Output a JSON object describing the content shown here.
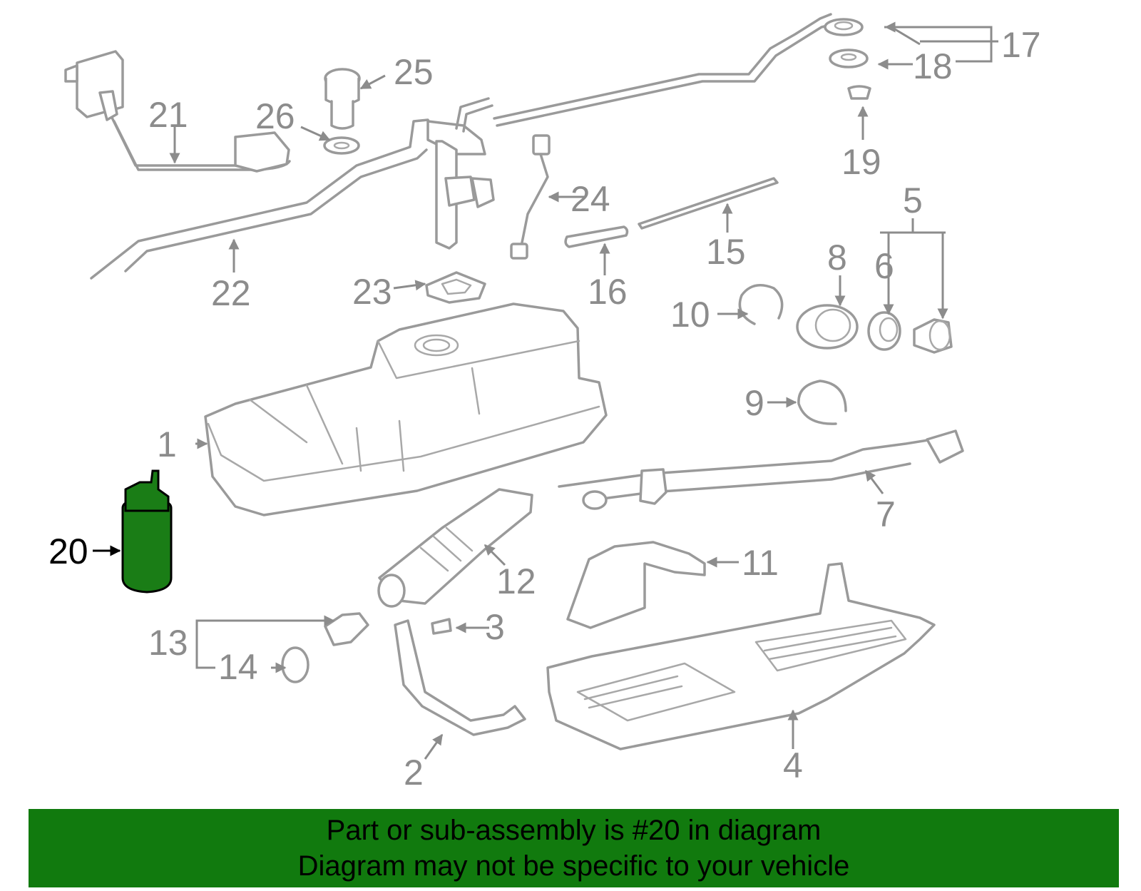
{
  "callouts": {
    "c1": "1",
    "c2": "2",
    "c3": "3",
    "c4": "4",
    "c5": "5",
    "c6": "6",
    "c7": "7",
    "c8": "8",
    "c9": "9",
    "c10": "10",
    "c11": "11",
    "c12": "12",
    "c13": "13",
    "c14": "14",
    "c15": "15",
    "c16": "16",
    "c17": "17",
    "c18": "18",
    "c19": "19",
    "c20": "20",
    "c21": "21",
    "c22": "22",
    "c23": "23",
    "c24": "24",
    "c25": "25",
    "c26": "26"
  },
  "highlight": {
    "part": "20",
    "fill_color": "#1a7d16",
    "outline_color": "#000000"
  },
  "banner": {
    "line1": "Part or sub-assembly is #20 in diagram",
    "line2": "Diagram may not be specific to your vehicle",
    "background": "#117a0e"
  }
}
